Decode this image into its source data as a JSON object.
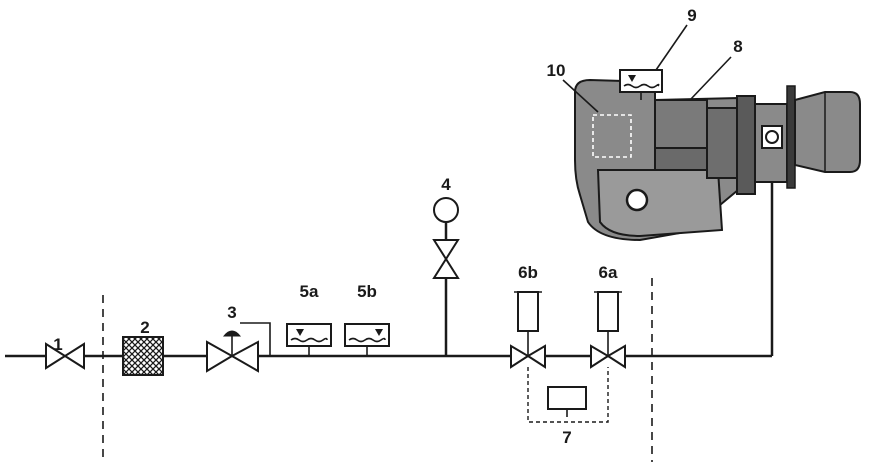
{
  "labels": {
    "valve_1": "1",
    "filter_2": "2",
    "regulator_3": "3",
    "gauge_4": "4",
    "switch_5a": "5a",
    "switch_5b": "5b",
    "valve_6a": "6a",
    "valve_6b": "6b",
    "controller_7": "7",
    "burner_8": "8",
    "air_switch_9": "9",
    "control_box_10": "10"
  },
  "colors": {
    "line": "#1a1a1a",
    "burner_fill": "#8a8a8a",
    "burner_dark": "#5a5a5a",
    "background": "#ffffff"
  }
}
